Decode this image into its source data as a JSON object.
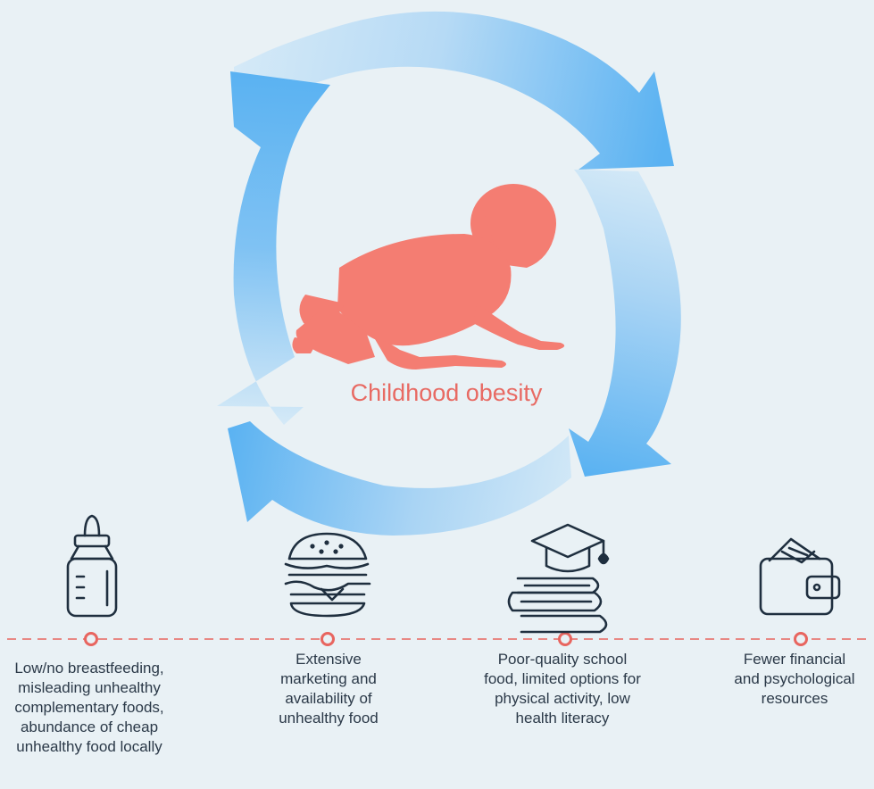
{
  "center_label": "Childhood obesity",
  "colors": {
    "background": "#e9f1f5",
    "arrow_blue": "#5ab2f2",
    "arrow_fade": "#d4e9f7",
    "baby": "#f47d72",
    "accent_red": "#e8655f",
    "icon_stroke": "#1f2f3f",
    "text": "#2b3948"
  },
  "icons": [
    "baby-bottle-icon",
    "burger-icon",
    "books-graduation-cap-icon",
    "wallet-icon"
  ],
  "factors": [
    {
      "text": "Low/no breastfeeding,\nmisleading unhealthy\ncomplementary foods,\nabundance of cheap\nunhealthy food locally"
    },
    {
      "text": "Extensive\nmarketing and\navailability of\nunhealthy food"
    },
    {
      "text": "Poor-quality school\nfood, limited options for\nphysical activity, low\nhealth literacy"
    },
    {
      "text": "Fewer financial\nand psychological\nresources"
    }
  ]
}
